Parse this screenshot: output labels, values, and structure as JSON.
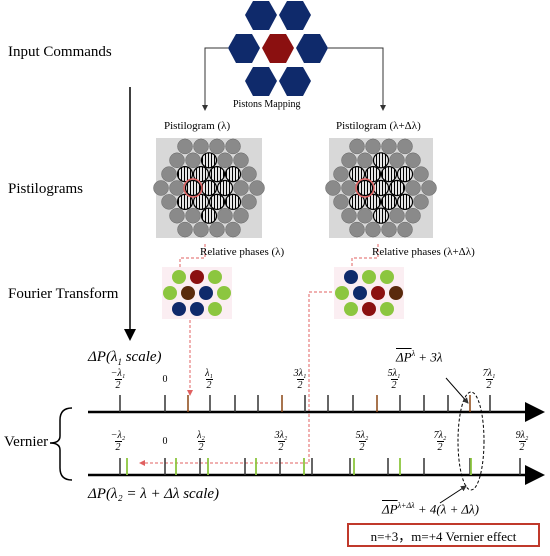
{
  "left_labels": {
    "input_commands": "Input Commands",
    "pistilograms": "Pistilograms",
    "fourier_transform": "Fourier Transform",
    "vernier": "Vernier"
  },
  "pistons_mapping": "Pistons Mapping",
  "pistilogram_left": "Pistilogram (λ)",
  "pistilogram_right": "Pistilogram (λ+Δλ)",
  "relative_phases_left": "Relative phases (λ)",
  "relative_phases_right": "Relative phases (λ+Δλ)",
  "scale1": {
    "label_main": "ΔP(",
    "label_lambda": "λ",
    "label_sub": "1",
    "label_tail": " scale)",
    "ticks": [
      {
        "sign": "−",
        "num": "λ₁",
        "den": "2"
      },
      {
        "sign": "",
        "num": "0",
        "den": ""
      },
      {
        "sign": "",
        "num": "λ₁",
        "den": "2"
      },
      {
        "sign": "",
        "num": "3λ₁",
        "den": "2"
      },
      {
        "sign": "",
        "num": "5λ₁",
        "den": "2"
      },
      {
        "sign": "",
        "num": "7λ₁",
        "den": "2"
      }
    ]
  },
  "scale2": {
    "label": "ΔP(λ₂ = λ + Δλ scale)",
    "ticks": [
      {
        "sign": "−",
        "num": "λ₂",
        "den": "2"
      },
      {
        "sign": "",
        "num": "0",
        "den": ""
      },
      {
        "sign": "",
        "num": "λ₂",
        "den": "2"
      },
      {
        "sign": "",
        "num": "3λ₂",
        "den": "2"
      },
      {
        "sign": "",
        "num": "5λ₂",
        "den": "2"
      },
      {
        "sign": "",
        "num": "7λ₂",
        "den": "2"
      },
      {
        "sign": "",
        "num": "9λ₂",
        "den": "2"
      }
    ]
  },
  "annotation_top": {
    "hat": "ΔP",
    "sup": "λ",
    "tail": "+ 3λ"
  },
  "annotation_bottom": {
    "hat": "ΔP",
    "sup": "λ+Δλ",
    "tail": "+ 4(λ + Δλ)"
  },
  "vernier_effect": "n=+3，m=+4   Vernier effect",
  "colors": {
    "hex_blue": "#0f2a6b",
    "hex_red": "#8b1010",
    "green": "#8cc63f",
    "brown": "#5a2a0c",
    "highlight_red": "#d9534f"
  }
}
